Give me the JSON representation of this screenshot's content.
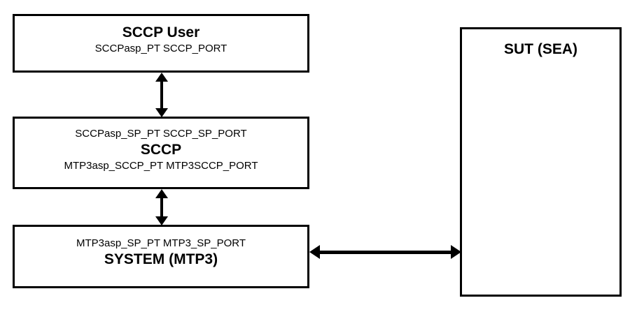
{
  "diagram": {
    "background_color": "#ffffff",
    "line_color": "#000000",
    "boxes": [
      {
        "id": "sccp-user",
        "title": "SCCP User",
        "subtitle": "SCCPasp_PT SCCP_PORT"
      },
      {
        "id": "sccp",
        "subtitle_top": "SCCPasp_SP_PT  SCCP_SP_PORT",
        "title": "SCCP",
        "subtitle_bottom": "MTP3asp_SCCP_PT  MTP3SCCP_PORT"
      },
      {
        "id": "system-mtp3",
        "subtitle": "MTP3asp_SP_PT  MTP3_SP_PORT",
        "title": "SYSTEM (MTP3)"
      },
      {
        "id": "sut",
        "title": "SUT (SEA)"
      }
    ],
    "connectors": [
      {
        "id": "arrow-user-sccp",
        "kind": "double-headed-vertical-arrow",
        "from": "sccp-user",
        "to": "sccp"
      },
      {
        "id": "arrow-sccp-mtp3",
        "kind": "double-headed-vertical-arrow",
        "from": "sccp",
        "to": "system-mtp3"
      },
      {
        "id": "arrow-mtp3-sut",
        "kind": "double-headed-horizontal-arrow",
        "from": "system-mtp3",
        "to": "sut"
      }
    ]
  }
}
